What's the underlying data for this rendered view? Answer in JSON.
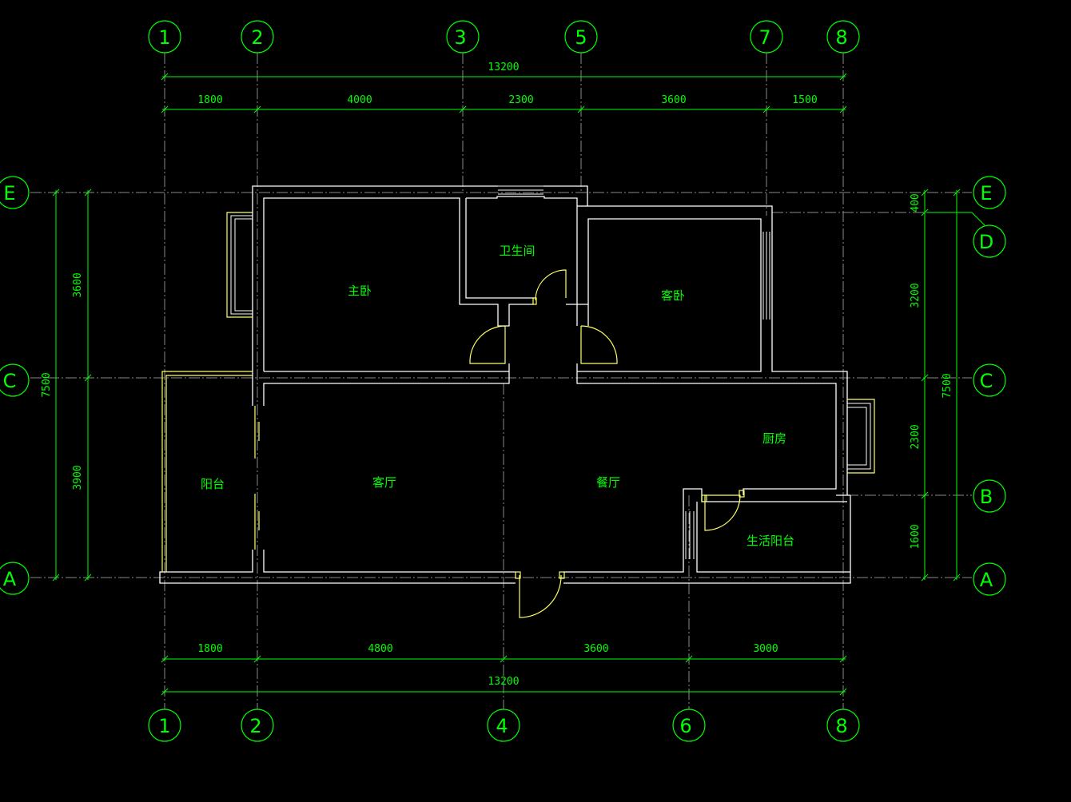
{
  "axes": {
    "top": [
      "1",
      "2",
      "3",
      "5",
      "7",
      "8"
    ],
    "bottom": [
      "1",
      "2",
      "4",
      "6",
      "8"
    ],
    "left": [
      "E",
      "C",
      "A"
    ],
    "right": [
      "E",
      "D",
      "C",
      "B",
      "A"
    ]
  },
  "dimensions": {
    "top_total": "13200",
    "top_segments": [
      "1800",
      "4000",
      "2300",
      "3600",
      "1500"
    ],
    "bottom_total": "13200",
    "bottom_segments": [
      "1800",
      "4800",
      "3600",
      "3000"
    ],
    "left_total": "7500",
    "left_segments": [
      "3600",
      "3900"
    ],
    "right_total": "7500",
    "right_segments": [
      "400",
      "3200",
      "2300",
      "1600"
    ]
  },
  "rooms": {
    "master_bedroom": "主卧",
    "bathroom": "卫生间",
    "guest_bedroom": "客卧",
    "balcony": "阳台",
    "living_room": "客厅",
    "dining_room": "餐厅",
    "kitchen": "厨房",
    "utility_balcony": "生活阳台"
  }
}
